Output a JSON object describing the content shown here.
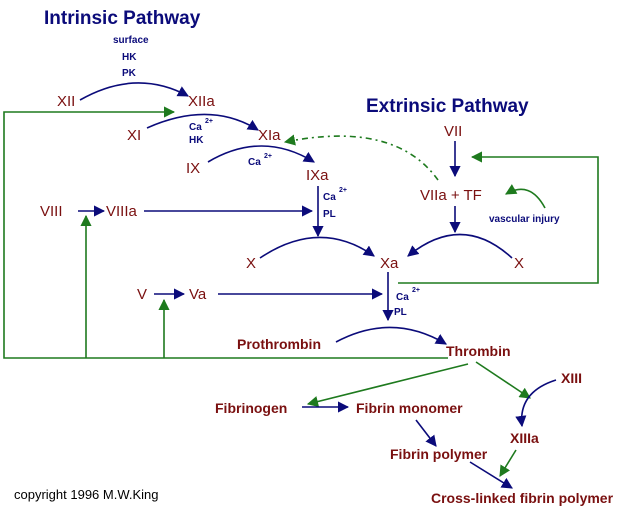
{
  "colors": {
    "factor": "#7a1010",
    "cofactor": "#0b0b7a",
    "activation_arrow": "#0b0b7a",
    "feedback_arrow": "#1e7a1e",
    "title": "#0b0b7a"
  },
  "titles": {
    "intrinsic": "Intrinsic Pathway",
    "extrinsic": "Extrinsic Pathway"
  },
  "factors": {
    "xii": "XII",
    "xiia": "XIIa",
    "xi": "XI",
    "xia": "XIa",
    "ix": "IX",
    "ixa": "IXa",
    "viii": "VIII",
    "viiia": "VIIIa",
    "x_left": "X",
    "xa": "Xa",
    "x_right": "X",
    "vii": "VII",
    "viia_tf": "VIIa + TF",
    "v": "V",
    "va": "Va",
    "prothrombin": "Prothrombin",
    "thrombin": "Thrombin",
    "xiii": "XIII",
    "xiiia": "XIIIa",
    "fibrinogen": "Fibrinogen",
    "fibrin_monomer": "Fibrin monomer",
    "fibrin_polymer": "Fibrin polymer",
    "crosslinked": "Cross-linked fibrin polymer"
  },
  "cofactors": {
    "surface": "surface",
    "hk_top": "HK",
    "pk": "PK",
    "ca_xi": "Ca",
    "ca_xi_sup": "2+",
    "hk_xi": "HK",
    "ca_ix": "Ca",
    "ca_ix_sup": "2+",
    "ca_ixa": "Ca",
    "ca_ixa_sup": "2+",
    "pl_ixa": "PL",
    "ca_xa": "Ca",
    "ca_xa_sup": "2+",
    "pl_xa": "PL",
    "vascular_injury": "vascular injury"
  },
  "copyright": "copyright 1996 M.W.King"
}
